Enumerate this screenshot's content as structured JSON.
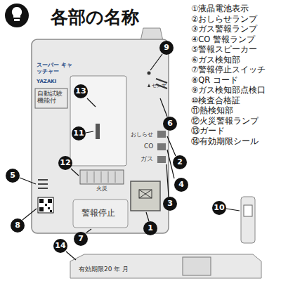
{
  "diagram": {
    "title": "各部の名称",
    "labels": [
      "スーパー キャッチャー",
      "YAZAKI",
      "自動試験 機能付",
      "センサ",
      "おしらせ",
      "CO",
      "ガス",
      "火災",
      "警報停止",
      "有効期限20 年 月",
      "9",
      "13",
      "6",
      "11",
      "2",
      "12",
      "4",
      "5",
      "3",
      "1",
      "8",
      "7",
      "10",
      "14",
      "①液晶電池表示",
      "②おしらせランプ",
      "③ガス警報ランプ",
      "④CO 警報ランプ",
      "⑤警報スピーカー",
      "⑥ガス検知部",
      "⑦警報停止スイッチ",
      "⑧QR コード",
      "⑨ガス検知部点検口",
      "⑩検査合格証",
      "⑪熱検知部",
      "⑫火災警報ランプ",
      "⑬ガード",
      "⑭有効期限シール"
    ]
  }
}
